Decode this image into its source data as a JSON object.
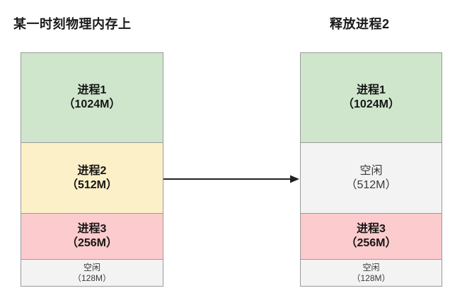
{
  "diagram": {
    "title_left": "某一时刻物理内存上",
    "title_right": "释放进程2",
    "arrow": {
      "icon": "arrow-right-icon",
      "label": ""
    },
    "colors": {
      "process1": "#cfe6cd",
      "process2": "#fcf0c8",
      "process3": "#fccbcd",
      "free": "#f3f3f3",
      "border": "#9a9a9a",
      "text": "#151515",
      "background": "#ffffff"
    },
    "left_column": {
      "name": "某一时刻物理内存上",
      "blocks": [
        {
          "name": "进程1",
          "size": "（1024M）",
          "mb": 1024,
          "fill": "#cfe6cd",
          "kind": "process"
        },
        {
          "name": "进程2",
          "size": "（512M）",
          "mb": 512,
          "fill": "#fcf0c8",
          "kind": "process"
        },
        {
          "name": "进程3",
          "size": "（256M）",
          "mb": 256,
          "fill": "#fccbcd",
          "kind": "process"
        },
        {
          "name": "空闲",
          "size": "（128M）",
          "mb": 128,
          "fill": "#f3f3f3",
          "kind": "free"
        }
      ]
    },
    "right_column": {
      "name": "释放进程2",
      "blocks": [
        {
          "name": "进程1",
          "size": "（1024M）",
          "mb": 1024,
          "fill": "#cfe6cd",
          "kind": "process"
        },
        {
          "name": "空闲",
          "size": "（512M）",
          "mb": 512,
          "fill": "#f3f3f3",
          "kind": "free"
        },
        {
          "name": "进程3",
          "size": "（256M）",
          "mb": 256,
          "fill": "#fccbcd",
          "kind": "process"
        },
        {
          "name": "空闲",
          "size": "（128M）",
          "mb": 128,
          "fill": "#f3f3f3",
          "kind": "free"
        }
      ]
    }
  }
}
